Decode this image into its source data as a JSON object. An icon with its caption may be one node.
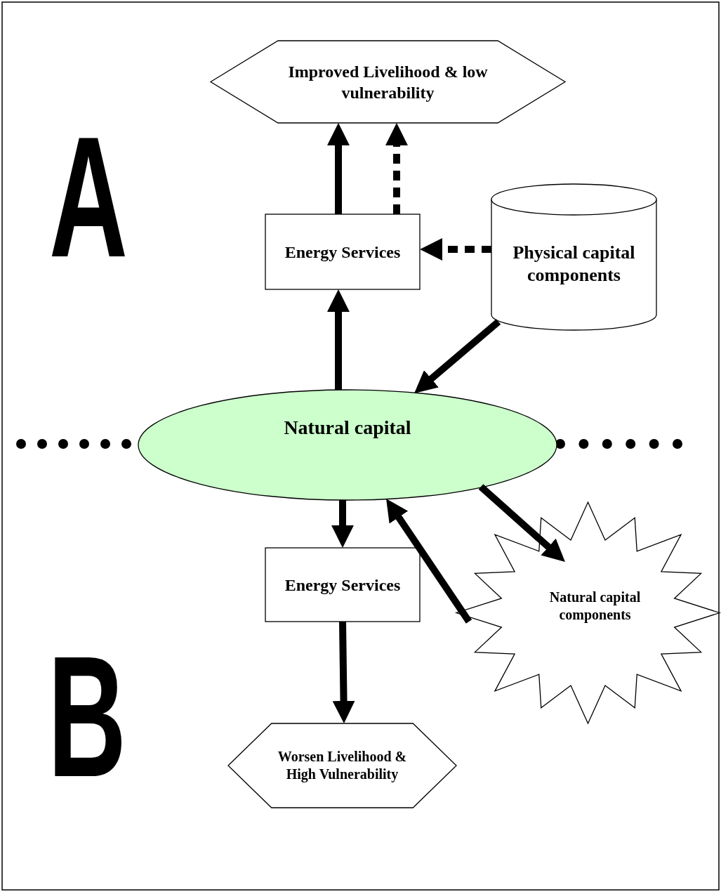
{
  "diagram": {
    "nodes": [
      {
        "text": [
          "Improved Livelihood & low vulnerability"
        ]
      },
      {
        "text": [
          "Energy Services"
        ]
      },
      {
        "text": [
          "Physical capital components"
        ]
      },
      {
        "text": [
          "Natural capital"
        ]
      },
      {
        "text": [
          "Energy Services"
        ]
      },
      {
        "text": [
          "Natural capital components"
        ]
      },
      {
        "text": [
          "Worsen Livelihood & High Vulnerability"
        ]
      }
    ],
    "edges": [
      {
        "from": 1,
        "to": 0,
        "arrow": "to"
      },
      {
        "from": 1,
        "to": 0,
        "arrow": "to",
        "style": "dashed"
      },
      {
        "from": 2,
        "to": 1,
        "arrow": "to",
        "style": "dashed"
      },
      {
        "from": 3,
        "to": 1,
        "arrow": "to"
      },
      {
        "from": 2,
        "to": 3,
        "arrow": "to"
      },
      {
        "from": 3,
        "to": 4,
        "arrow": "to"
      },
      {
        "from": 5,
        "to": 3,
        "arrow": "to"
      },
      {
        "from": 3,
        "to": 5,
        "arrow": "to"
      },
      {
        "from": 4,
        "to": 6,
        "arrow": "to"
      }
    ],
    "labels": [
      "A",
      "B"
    ]
  }
}
